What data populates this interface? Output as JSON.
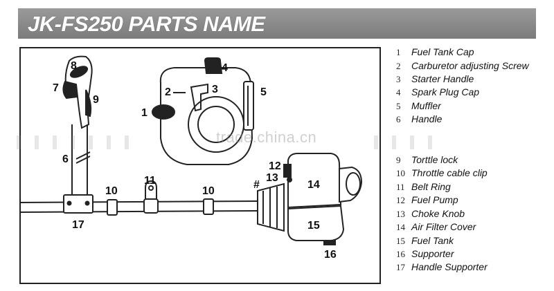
{
  "header": {
    "title": "JK-FS250 PARTS NAME"
  },
  "watermark": {
    "text": "trade.china.cn"
  },
  "callouts": [
    "1",
    "2",
    "3",
    "4",
    "5",
    "6",
    "7",
    "8",
    "9",
    "10",
    "10",
    "11",
    "12",
    "13",
    "14",
    "15",
    "16",
    "17"
  ],
  "callout_hash": "#",
  "parts": [
    {
      "num": "1",
      "name": "Fuel Tank Cap"
    },
    {
      "num": "2",
      "name": "Carburetor adjusting Screw"
    },
    {
      "num": "3",
      "name": "Starter Handle"
    },
    {
      "num": "4",
      "name": "Spark Plug Cap"
    },
    {
      "num": "5",
      "name": "Muffler"
    },
    {
      "num": "6",
      "name": "Handle"
    },
    {
      "num": "9",
      "name": "Torttle lock"
    },
    {
      "num": "10",
      "name": "Throttle cable clip"
    },
    {
      "num": "11",
      "name": "Belt Ring"
    },
    {
      "num": "12",
      "name": "Fuel Pump"
    },
    {
      "num": "13",
      "name": "Choke Knob"
    },
    {
      "num": "14",
      "name": "Air Filter Cover"
    },
    {
      "num": "15",
      "name": "Fuel Tank"
    },
    {
      "num": "16",
      "name": "Supporter"
    },
    {
      "num": "17",
      "name": "Handle Supporter"
    }
  ],
  "colors": {
    "header_bg": "#888888",
    "header_text": "#ffffff",
    "line": "#222222"
  }
}
